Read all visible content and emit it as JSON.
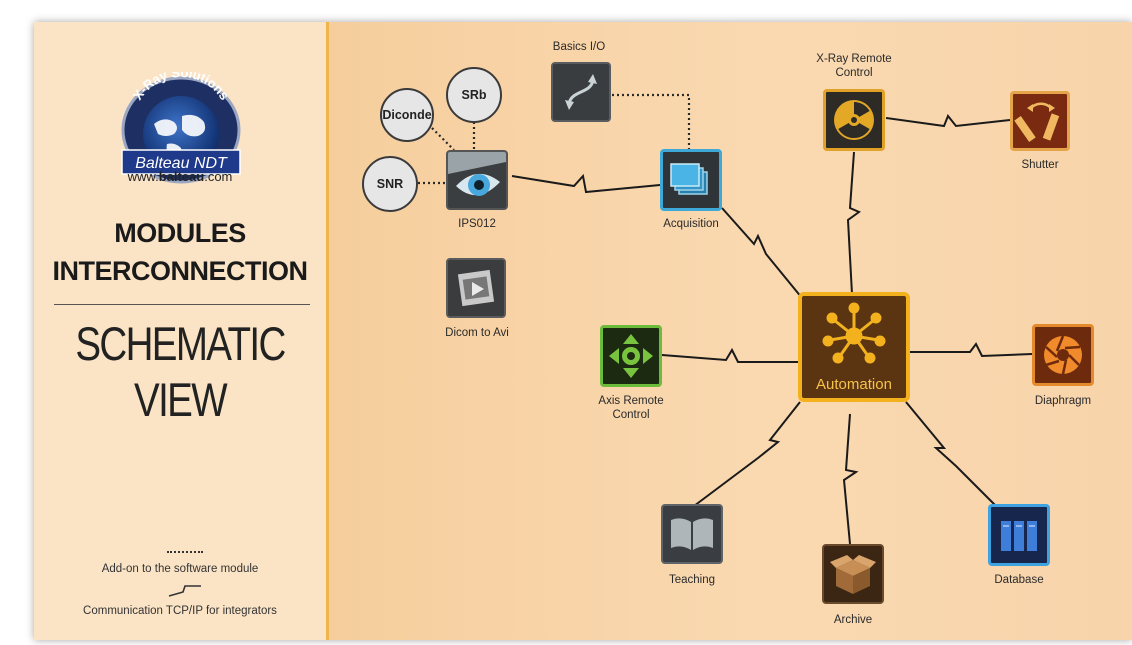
{
  "logo": {
    "arc_text": "X-Ray Solutions",
    "brand_text": "Balteau NDT"
  },
  "website": {
    "prefix": "www.",
    "bold": "balteau",
    "suffix": ".com"
  },
  "title": {
    "line1": "MODULES",
    "line2": "INTERCONNECTION",
    "line3": "SCHEMATIC",
    "line4": "VIEW"
  },
  "legend": {
    "addon": "Add-on to the software module",
    "comm": "Communication TCP/IP for integrators"
  },
  "colors": {
    "left_bg": "#fbe4c6",
    "right_bg": "#f6ce9d",
    "divider": "#f0b44c",
    "automation_border": "#f3b21d",
    "acquisition_border": "#3ea9d8",
    "axis_border": "#6dbb3a"
  },
  "nodes": {
    "basics_io": "Basics I/O",
    "xray_remote": "X-Ray Remote\nControl",
    "shutter": "Shutter",
    "acquisition": "Acquisition",
    "ips012": "IPS012",
    "dicom_to_avi": "Dicom to Avi",
    "automation": "Automation",
    "axis_remote": "Axis Remote\nControl",
    "diaphragm": "Diaphragm",
    "teaching": "Teaching",
    "archive": "Archive",
    "database": "Database"
  },
  "addons": {
    "diconde": "Diconde",
    "srb": "SRb",
    "snr": "SNR"
  },
  "icons": {
    "basics_io": "arrows-s-icon",
    "xray_remote": "radiation-icon",
    "shutter": "shutter-icon",
    "acquisition": "stacked-screens-icon",
    "ips012": "eye-icon",
    "dicom_to_avi": "film-play-icon",
    "automation": "network-hub-icon",
    "axis_remote": "axis-arrows-icon",
    "diaphragm": "aperture-icon",
    "teaching": "book-icon",
    "archive": "box-icon",
    "database": "books-icon"
  }
}
